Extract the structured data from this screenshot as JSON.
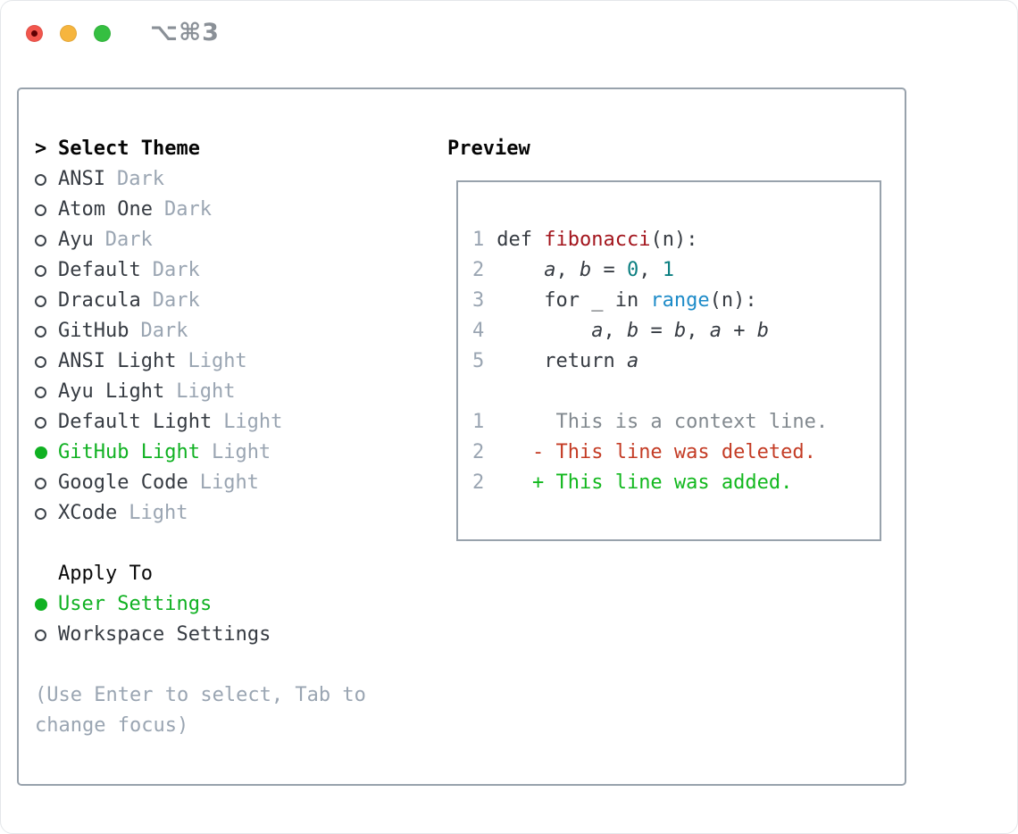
{
  "window": {
    "title": "⌥⌘3",
    "traffic_lights": [
      {
        "name": "close-button",
        "color": "#f2564d"
      },
      {
        "name": "minimize-button",
        "color": "#f6b53e"
      },
      {
        "name": "zoom-button",
        "color": "#35bf41"
      }
    ]
  },
  "theme_picker": {
    "heading_marker": ">",
    "heading": "Select Theme",
    "items": [
      {
        "label": "ANSI",
        "tag": "Dark",
        "selected": false
      },
      {
        "label": "Atom One",
        "tag": "Dark",
        "selected": false
      },
      {
        "label": "Ayu",
        "tag": "Dark",
        "selected": false
      },
      {
        "label": "Default",
        "tag": "Dark",
        "selected": false
      },
      {
        "label": "Dracula",
        "tag": "Dark",
        "selected": false
      },
      {
        "label": "GitHub",
        "tag": "Dark",
        "selected": false
      },
      {
        "label": "ANSI Light",
        "tag": "Light",
        "selected": false
      },
      {
        "label": "Ayu Light",
        "tag": "Light",
        "selected": false
      },
      {
        "label": "Default Light",
        "tag": "Light",
        "selected": false
      },
      {
        "label": "GitHub Light",
        "tag": "Light",
        "selected": true
      },
      {
        "label": "Google Code",
        "tag": "Light",
        "selected": false
      },
      {
        "label": "XCode",
        "tag": "Light",
        "selected": false
      }
    ],
    "apply_to": {
      "heading": "Apply To",
      "options": [
        {
          "label": "User Settings",
          "selected": true
        },
        {
          "label": "Workspace Settings",
          "selected": false
        }
      ]
    },
    "hint_lines": [
      "(Use Enter to select, Tab to",
      "change focus)"
    ]
  },
  "preview": {
    "heading": "Preview",
    "lines": [
      {
        "num": "1",
        "segs": [
          {
            "t": "def ",
            "c": "t"
          },
          {
            "t": "fibonacci",
            "c": "fn"
          },
          {
            "t": "(n):",
            "c": "t"
          }
        ]
      },
      {
        "num": "2",
        "segs": [
          {
            "t": "    ",
            "c": "t"
          },
          {
            "t": "a",
            "c": "v"
          },
          {
            "t": ", ",
            "c": "t"
          },
          {
            "t": "b",
            "c": "v"
          },
          {
            "t": " = ",
            "c": "t"
          },
          {
            "t": "0",
            "c": "n"
          },
          {
            "t": ", ",
            "c": "t"
          },
          {
            "t": "1",
            "c": "n"
          }
        ]
      },
      {
        "num": "3",
        "segs": [
          {
            "t": "    for _ in ",
            "c": "t"
          },
          {
            "t": "range",
            "c": "b"
          },
          {
            "t": "(n):",
            "c": "t"
          }
        ]
      },
      {
        "num": "4",
        "segs": [
          {
            "t": "        ",
            "c": "t"
          },
          {
            "t": "a",
            "c": "v"
          },
          {
            "t": ", ",
            "c": "t"
          },
          {
            "t": "b",
            "c": "v"
          },
          {
            "t": " = ",
            "c": "t"
          },
          {
            "t": "b",
            "c": "v"
          },
          {
            "t": ", ",
            "c": "t"
          },
          {
            "t": "a",
            "c": "v"
          },
          {
            "t": " + ",
            "c": "t"
          },
          {
            "t": "b",
            "c": "v"
          }
        ]
      },
      {
        "num": "5",
        "segs": [
          {
            "t": "    return ",
            "c": "t"
          },
          {
            "t": "a",
            "c": "v"
          }
        ]
      },
      {
        "num": "",
        "segs": []
      },
      {
        "num": "1",
        "segs": [
          {
            "t": "     This is a context line.",
            "c": "ctx"
          }
        ]
      },
      {
        "num": "2",
        "segs": [
          {
            "t": "   - This line was deleted.",
            "c": "del"
          }
        ]
      },
      {
        "num": "2",
        "segs": [
          {
            "t": "   + This line was added.",
            "c": "add"
          }
        ]
      }
    ]
  },
  "colors": {
    "panel_border": "#98a2ac",
    "accent_green": "#10b122",
    "muted_gray": "#9aa5b2",
    "dark_text": "#363b42",
    "function_red": "#a3151d",
    "number_teal": "#0c7f81",
    "builtin_blue": "#1d8bc8",
    "diff_deleted_red": "#c43c25",
    "diff_added_green": "#12b81e",
    "context_gray": "#82898f",
    "title_gray": "#8a9097",
    "traffic_red": "#f2564d",
    "traffic_yellow": "#f6b53e",
    "traffic_green": "#35bf41"
  }
}
